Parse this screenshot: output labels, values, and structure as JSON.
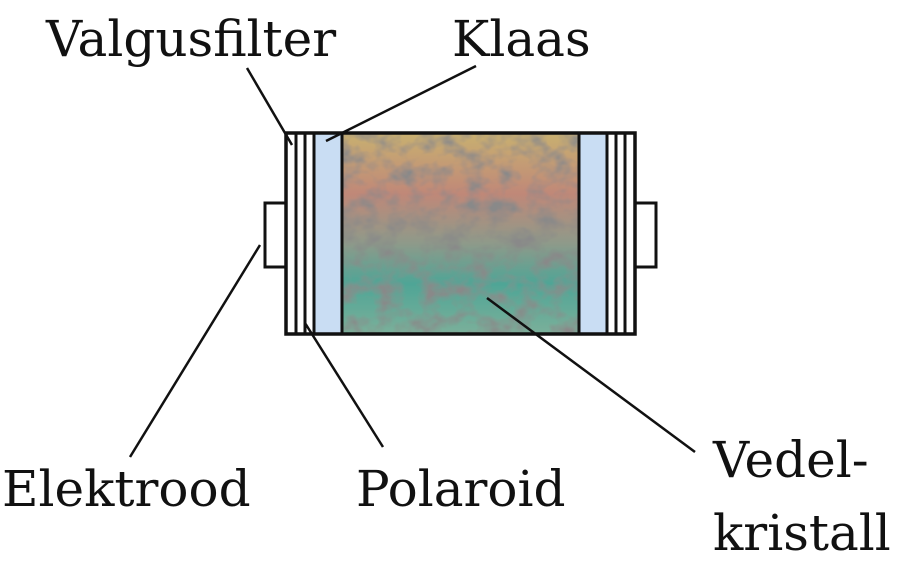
{
  "labels": {
    "color_filter": "Valgusfilter",
    "glass": "Klaas",
    "electrode": "Elektrood",
    "polaroid": "Polaroid",
    "liquid_crystal_line1": "Vedel-",
    "liquid_crystal_line2": "kristall"
  },
  "colors": {
    "outline": "#111111",
    "glass_fill": "#c9ddf3",
    "crystal_top": "#c9a96a",
    "crystal_mid": "#b98a8a",
    "crystal_bottom": "#5aa898",
    "crystal_dark": "#6b6b6b"
  }
}
